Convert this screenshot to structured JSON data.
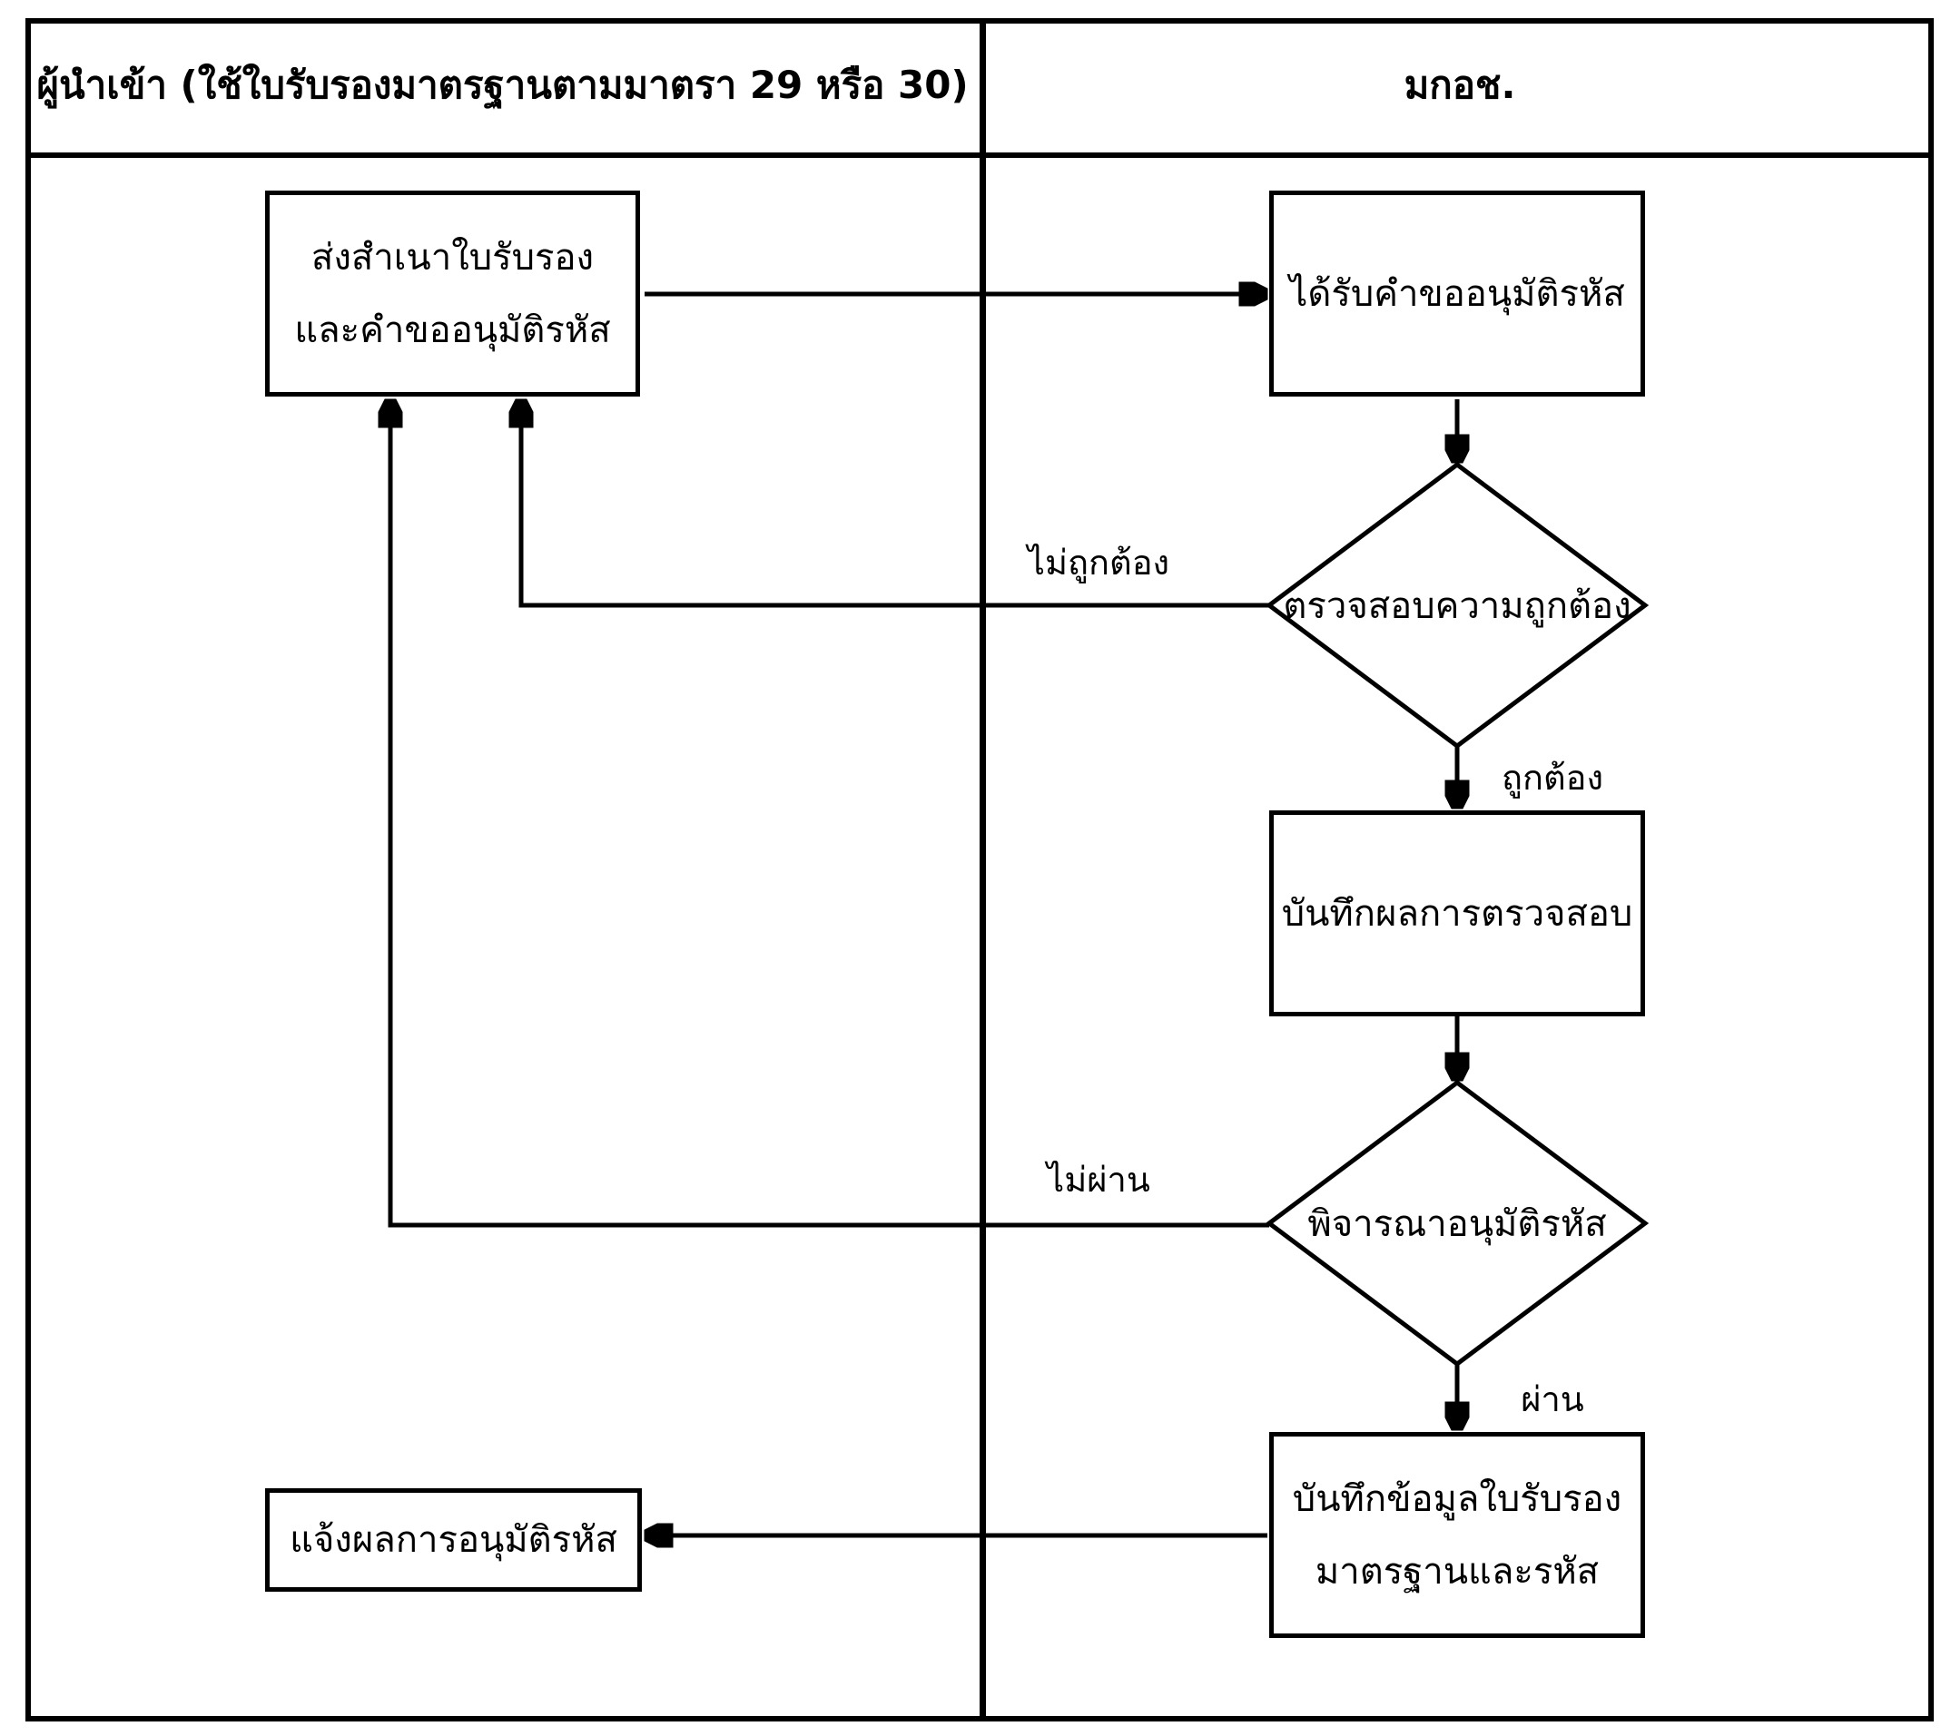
{
  "diagram": {
    "type": "flowchart-swimlane",
    "lanes": [
      {
        "id": "importer",
        "label": "ผู้นำเข้า (ใช้ใบรับรองมาตรฐานตามมาตรา 29 หรือ 30)"
      },
      {
        "id": "acfs",
        "label": "มกอช."
      }
    ],
    "nodes": [
      {
        "id": "send-certificate-copy",
        "type": "process",
        "lane": "importer",
        "lines": [
          "ส่งสำเนาใบรับรอง",
          "และคำขออนุมัติรหัส"
        ]
      },
      {
        "id": "receive-code-request",
        "type": "process",
        "lane": "acfs",
        "lines": [
          "ได้รับคำขออนุมัติรหัส"
        ]
      },
      {
        "id": "check-correctness",
        "type": "decision",
        "lane": "acfs",
        "lines": [
          "ตรวจสอบความถูกต้อง"
        ]
      },
      {
        "id": "record-check-result",
        "type": "process",
        "lane": "acfs",
        "lines": [
          "บันทึกผลการตรวจสอบ"
        ]
      },
      {
        "id": "consider-code-approval",
        "type": "decision",
        "lane": "acfs",
        "lines": [
          "พิจารณาอนุมัติรหัส"
        ]
      },
      {
        "id": "record-certificate-data",
        "type": "process",
        "lane": "acfs",
        "lines": [
          "บันทึกข้อมูลใบรับรอง",
          "มาตรฐานและรหัส"
        ]
      },
      {
        "id": "notify-approval-result",
        "type": "process",
        "lane": "importer",
        "lines": [
          "แจ้งผลการอนุมัติรหัส"
        ]
      }
    ],
    "edges": [
      {
        "from": "send-certificate-copy",
        "to": "receive-code-request",
        "label": ""
      },
      {
        "from": "receive-code-request",
        "to": "check-correctness",
        "label": ""
      },
      {
        "from": "check-correctness",
        "to": "send-certificate-copy",
        "label": "ไม่ถูกต้อง"
      },
      {
        "from": "check-correctness",
        "to": "record-check-result",
        "label": "ถูกต้อง"
      },
      {
        "from": "record-check-result",
        "to": "consider-code-approval",
        "label": ""
      },
      {
        "from": "consider-code-approval",
        "to": "send-certificate-copy",
        "label": "ไม่ผ่าน"
      },
      {
        "from": "consider-code-approval",
        "to": "record-certificate-data",
        "label": "ผ่าน"
      },
      {
        "from": "record-certificate-data",
        "to": "notify-approval-result",
        "label": ""
      }
    ],
    "edge_labels": {
      "incorrect": "ไม่ถูกต้อง",
      "correct": "ถูกต้อง",
      "not_pass": "ไม่ผ่าน",
      "pass": "ผ่าน"
    },
    "colors": {
      "line": "#000000",
      "background": "#ffffff",
      "text": "#000000"
    }
  }
}
